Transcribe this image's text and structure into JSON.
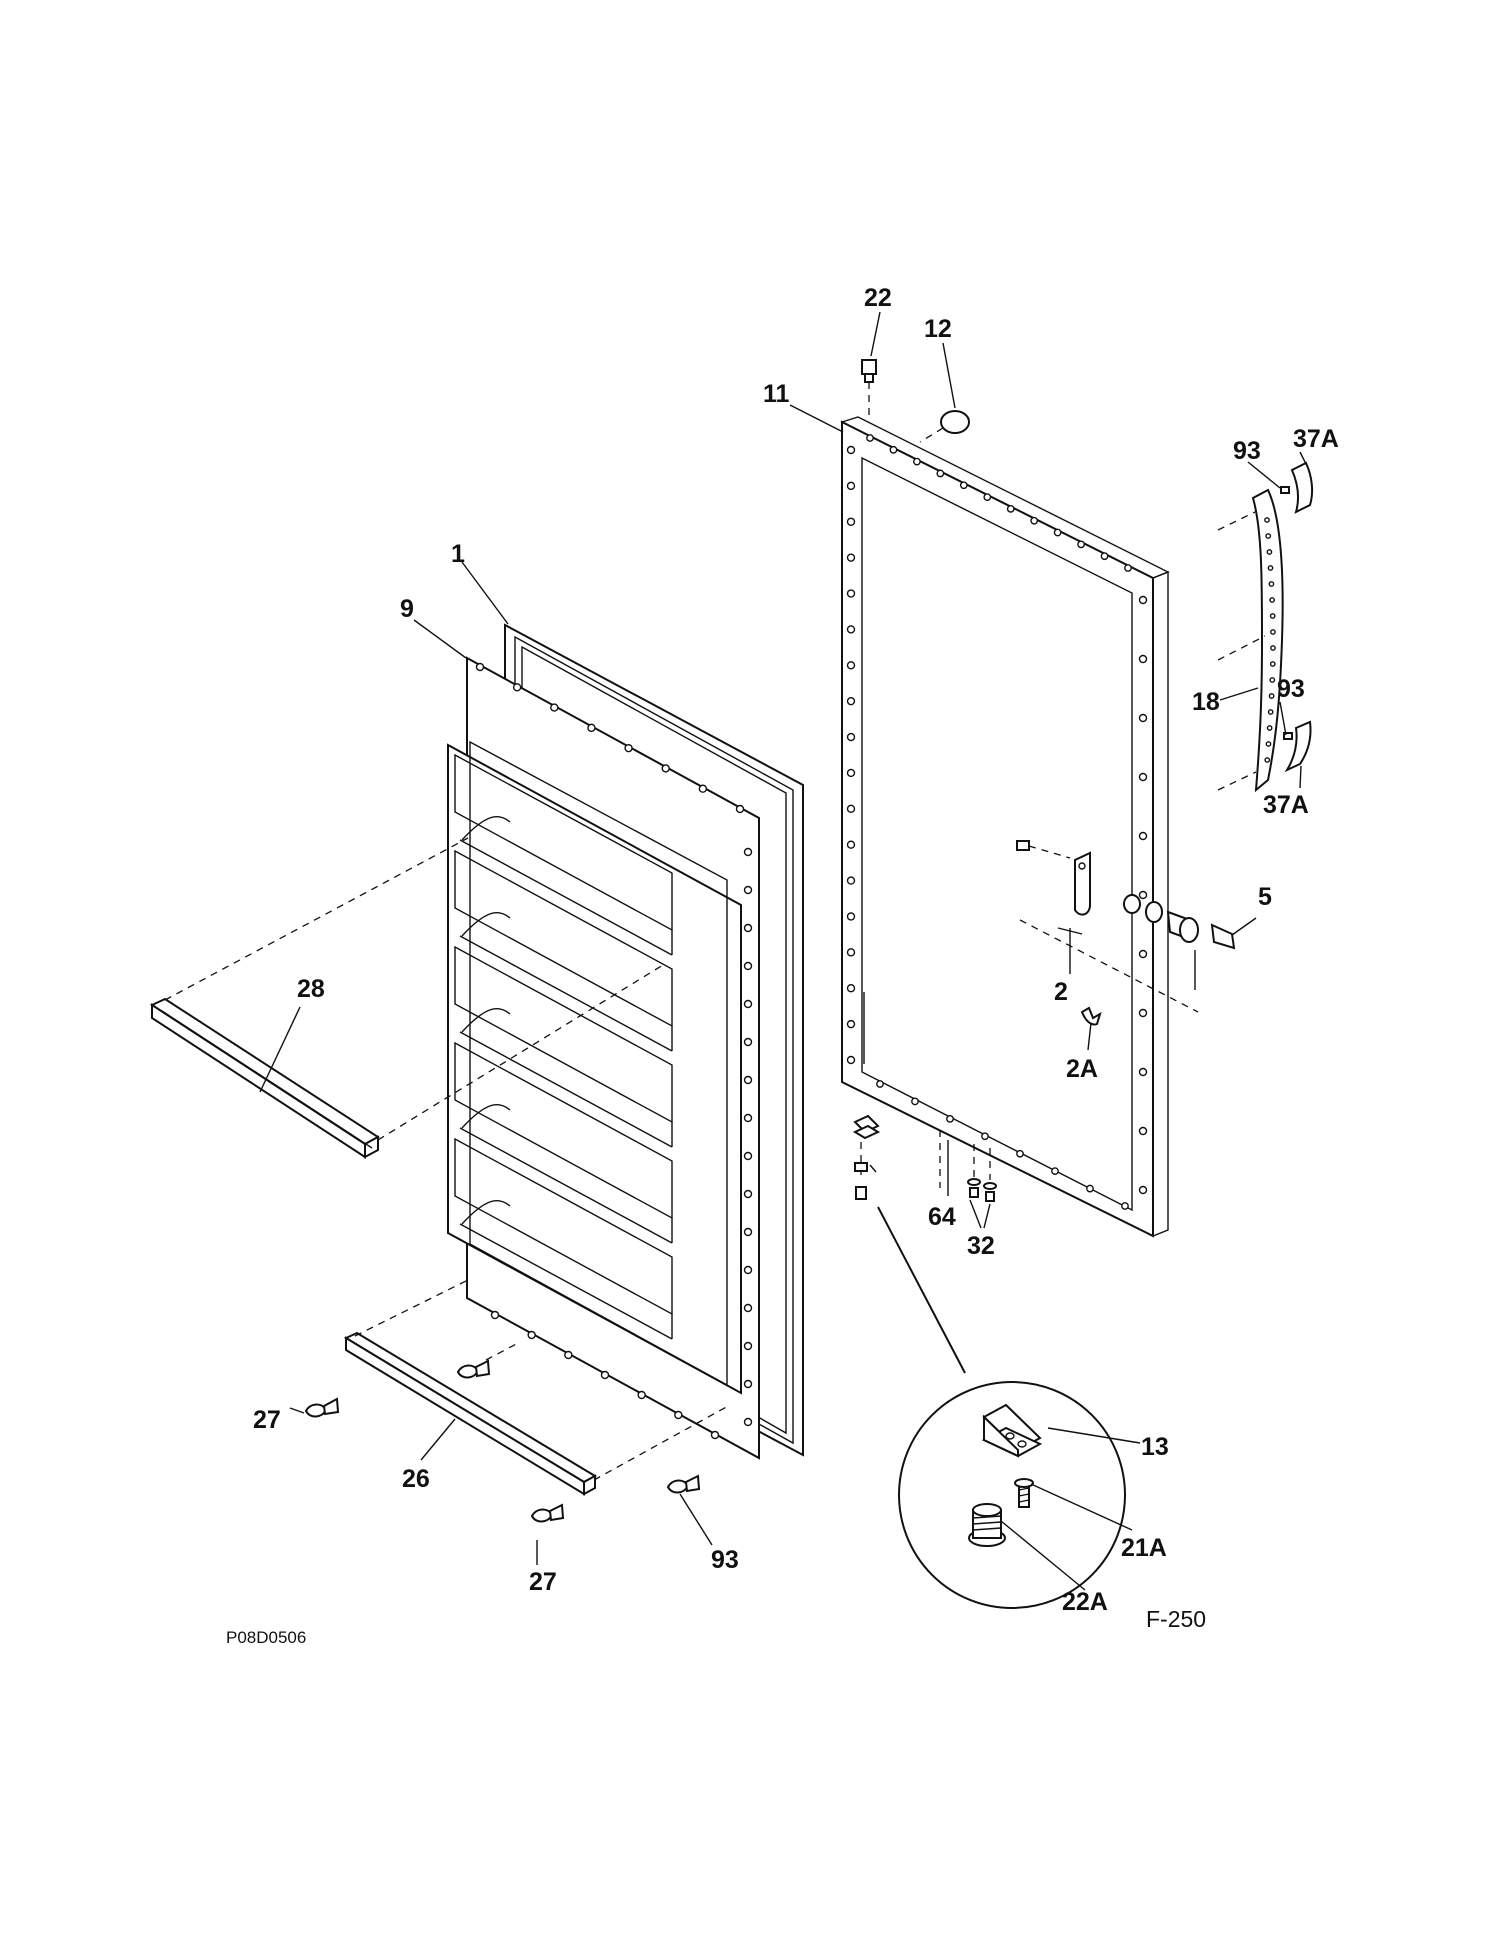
{
  "diagram": {
    "callouts": {
      "c1": "1",
      "c2": "2",
      "c2A": "2A",
      "c5": "5",
      "c9": "9",
      "c11": "11",
      "c12": "12",
      "c13": "13",
      "c18": "18",
      "c21A": "21A",
      "c22": "22",
      "c22A": "22A",
      "c26": "26",
      "c27_left": "27",
      "c27_bottom": "27",
      "c28": "28",
      "c32": "32",
      "c37A_top": "37A",
      "c37A_bottom": "37A",
      "c64": "64",
      "c93_top": "93",
      "c93_mid": "93",
      "c93_bottom": "93"
    },
    "image_code": "P08D0506",
    "figure_id": "F-250"
  }
}
